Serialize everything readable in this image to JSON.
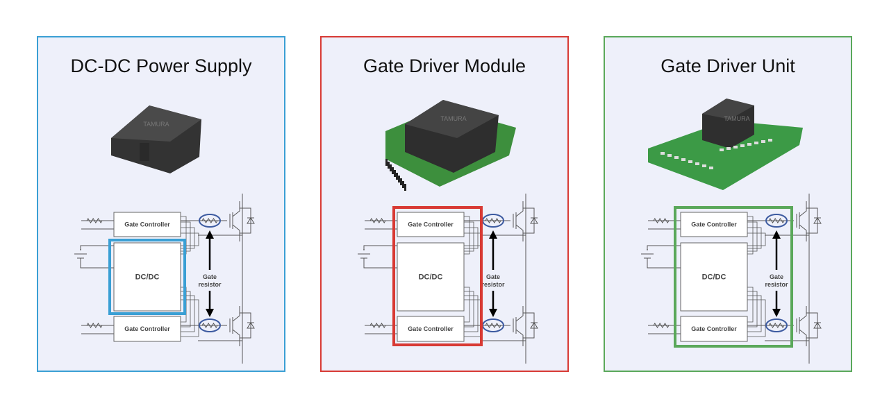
{
  "panels": [
    {
      "title": "DC-DC Power Supply",
      "color": "#3a9fd4",
      "highlight": "dcdc",
      "product": "dcdc-module"
    },
    {
      "title": "Gate Driver Module",
      "color": "#d83a34",
      "highlight": "controllers-and-dcdc",
      "product": "gate-driver-module"
    },
    {
      "title": "Gate Driver Unit",
      "color": "#5aa85a",
      "highlight": "controllers-dcdc-and-resistors",
      "product": "gate-driver-unit"
    }
  ],
  "schematic": {
    "gate_controller": "Gate Controller",
    "dcdc": "DC/DC",
    "gate_resistor_line1": "Gate",
    "gate_resistor_line2": "resistor",
    "resistor_ellipse_color": "#3c5aa0"
  },
  "product_logo": "TAMURA"
}
